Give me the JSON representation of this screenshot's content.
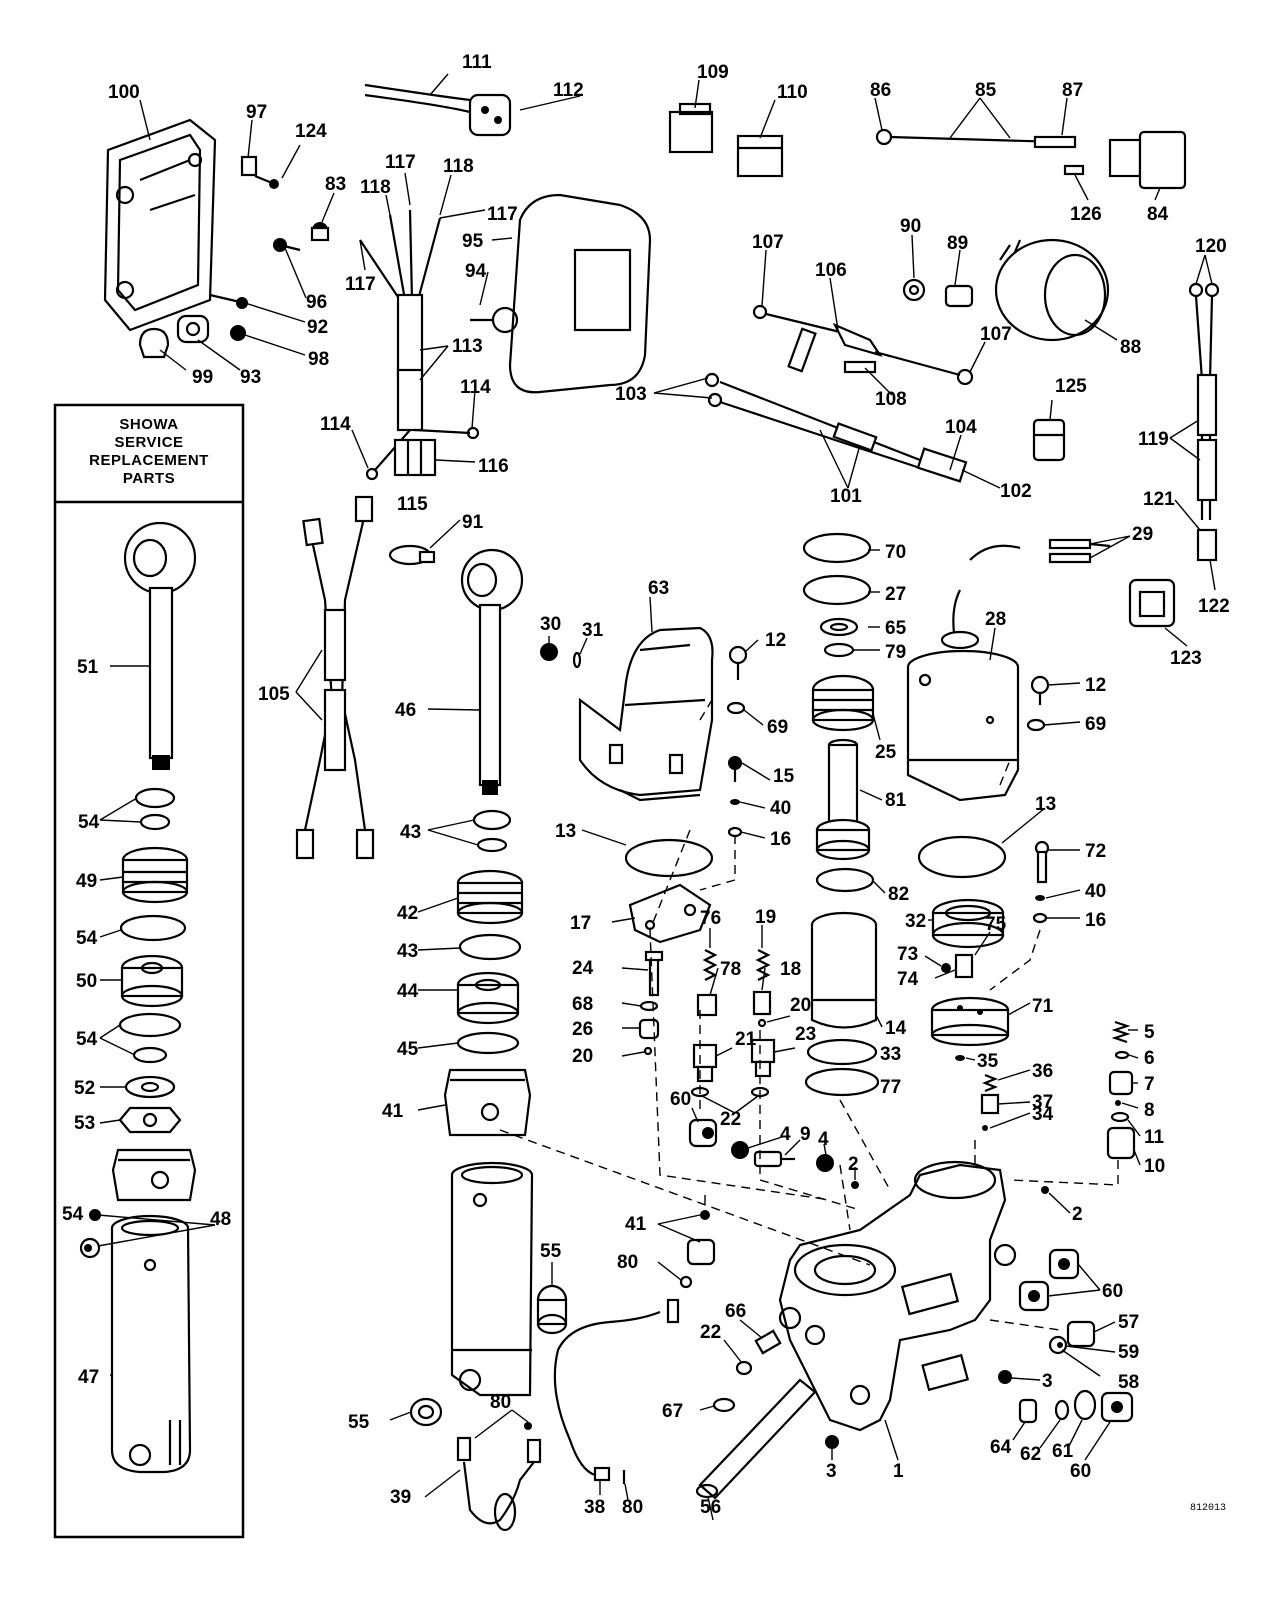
{
  "showa_box": {
    "title_lines": [
      "SHOWA",
      "SERVICE",
      "REPLACEMENT",
      "PARTS"
    ]
  },
  "drawing_ref": "812013",
  "callouts": [
    {
      "id": "c100",
      "label": "100"
    },
    {
      "id": "c97",
      "label": "97"
    },
    {
      "id": "c124",
      "label": "124"
    },
    {
      "id": "c111",
      "label": "111"
    },
    {
      "id": "c112",
      "label": "112"
    },
    {
      "id": "c109",
      "label": "109"
    },
    {
      "id": "c110",
      "label": "110"
    },
    {
      "id": "c86",
      "label": "86"
    },
    {
      "id": "c85",
      "label": "85"
    },
    {
      "id": "c87",
      "label": "87"
    },
    {
      "id": "c126",
      "label": "126"
    },
    {
      "id": "c84",
      "label": "84"
    },
    {
      "id": "c83",
      "label": "83"
    },
    {
      "id": "c117a",
      "label": "117"
    },
    {
      "id": "c118a",
      "label": "118"
    },
    {
      "id": "c118b",
      "label": "118"
    },
    {
      "id": "c117b",
      "label": "117"
    },
    {
      "id": "c117c",
      "label": "117"
    },
    {
      "id": "c95",
      "label": "95"
    },
    {
      "id": "c94",
      "label": "94"
    },
    {
      "id": "c96",
      "label": "96"
    },
    {
      "id": "c92",
      "label": "92"
    },
    {
      "id": "c98",
      "label": "98"
    },
    {
      "id": "c93",
      "label": "93"
    },
    {
      "id": "c99",
      "label": "99"
    },
    {
      "id": "c113",
      "label": "113"
    },
    {
      "id": "c114a",
      "label": "114"
    },
    {
      "id": "c114b",
      "label": "114"
    },
    {
      "id": "c116",
      "label": "116"
    },
    {
      "id": "c115",
      "label": "115"
    },
    {
      "id": "c107a",
      "label": "107"
    },
    {
      "id": "c106",
      "label": "106"
    },
    {
      "id": "c90",
      "label": "90"
    },
    {
      "id": "c89",
      "label": "89"
    },
    {
      "id": "c88",
      "label": "88"
    },
    {
      "id": "c107b",
      "label": "107"
    },
    {
      "id": "c108",
      "label": "108"
    },
    {
      "id": "c103",
      "label": "103"
    },
    {
      "id": "c104",
      "label": "104"
    },
    {
      "id": "c101",
      "label": "101"
    },
    {
      "id": "c102",
      "label": "102"
    },
    {
      "id": "c125",
      "label": "125"
    },
    {
      "id": "c120",
      "label": "120"
    },
    {
      "id": "c119",
      "label": "119"
    },
    {
      "id": "c121",
      "label": "121"
    },
    {
      "id": "c122",
      "label": "122"
    },
    {
      "id": "c29",
      "label": "29"
    },
    {
      "id": "c123",
      "label": "123"
    },
    {
      "id": "c91",
      "label": "91"
    },
    {
      "id": "c105",
      "label": "105"
    },
    {
      "id": "c46",
      "label": "46"
    },
    {
      "id": "c51",
      "label": "51"
    },
    {
      "id": "c30",
      "label": "30"
    },
    {
      "id": "c31",
      "label": "31"
    },
    {
      "id": "c63",
      "label": "63"
    },
    {
      "id": "c12a",
      "label": "12"
    },
    {
      "id": "c69a",
      "label": "69"
    },
    {
      "id": "c70",
      "label": "70"
    },
    {
      "id": "c27",
      "label": "27"
    },
    {
      "id": "c65",
      "label": "65"
    },
    {
      "id": "c79",
      "label": "79"
    },
    {
      "id": "c25",
      "label": "25"
    },
    {
      "id": "c28",
      "label": "28"
    },
    {
      "id": "c12b",
      "label": "12"
    },
    {
      "id": "c69b",
      "label": "69"
    },
    {
      "id": "c54a",
      "label": "54"
    },
    {
      "id": "c43a",
      "label": "43"
    },
    {
      "id": "c15",
      "label": "15"
    },
    {
      "id": "c40a",
      "label": "40"
    },
    {
      "id": "c16a",
      "label": "16"
    },
    {
      "id": "c13a",
      "label": "13"
    },
    {
      "id": "c81",
      "label": "81"
    },
    {
      "id": "c13b",
      "label": "13"
    },
    {
      "id": "c72",
      "label": "72"
    },
    {
      "id": "c40b",
      "label": "40"
    },
    {
      "id": "c16b",
      "label": "16"
    },
    {
      "id": "c49",
      "label": "49"
    },
    {
      "id": "c42",
      "label": "42"
    },
    {
      "id": "c82",
      "label": "82"
    },
    {
      "id": "c32",
      "label": "32"
    },
    {
      "id": "c75",
      "label": "75"
    },
    {
      "id": "c54b",
      "label": "54"
    },
    {
      "id": "c43b",
      "label": "43"
    },
    {
      "id": "c17",
      "label": "17"
    },
    {
      "id": "c76",
      "label": "76"
    },
    {
      "id": "c19",
      "label": "19"
    },
    {
      "id": "c73",
      "label": "73"
    },
    {
      "id": "c74",
      "label": "74"
    },
    {
      "id": "c50",
      "label": "50"
    },
    {
      "id": "c44",
      "label": "44"
    },
    {
      "id": "c24",
      "label": "24"
    },
    {
      "id": "c78",
      "label": "78"
    },
    {
      "id": "c18",
      "label": "18"
    },
    {
      "id": "c14",
      "label": "14"
    },
    {
      "id": "c71",
      "label": "71"
    },
    {
      "id": "c5",
      "label": "5"
    },
    {
      "id": "c54c",
      "label": "54"
    },
    {
      "id": "c68",
      "label": "68"
    },
    {
      "id": "c20a",
      "label": "20"
    },
    {
      "id": "c26",
      "label": "26"
    },
    {
      "id": "c45",
      "label": "45"
    },
    {
      "id": "c20b",
      "label": "20"
    },
    {
      "id": "c21",
      "label": "21"
    },
    {
      "id": "c23",
      "label": "23"
    },
    {
      "id": "c35",
      "label": "35"
    },
    {
      "id": "c6",
      "label": "6"
    },
    {
      "id": "c33",
      "label": "33"
    },
    {
      "id": "c36",
      "label": "36"
    },
    {
      "id": "c7",
      "label": "7"
    },
    {
      "id": "c52",
      "label": "52"
    },
    {
      "id": "c22a",
      "label": "22"
    },
    {
      "id": "c77",
      "label": "77"
    },
    {
      "id": "c37",
      "label": "37"
    },
    {
      "id": "c41a",
      "label": "41"
    },
    {
      "id": "c60a",
      "label": "60"
    },
    {
      "id": "c8",
      "label": "8"
    },
    {
      "id": "c34",
      "label": "34"
    },
    {
      "id": "c53",
      "label": "53"
    },
    {
      "id": "c4a",
      "label": "4"
    },
    {
      "id": "c9",
      "label": "9"
    },
    {
      "id": "c4b",
      "label": "4"
    },
    {
      "id": "c11",
      "label": "11"
    },
    {
      "id": "c10",
      "label": "10"
    },
    {
      "id": "c2a",
      "label": "2"
    },
    {
      "id": "c2b",
      "label": "2"
    },
    {
      "id": "c54d",
      "label": "54"
    },
    {
      "id": "c48",
      "label": "48"
    },
    {
      "id": "c41b",
      "label": "41"
    },
    {
      "id": "c55a",
      "label": "55"
    },
    {
      "id": "c80a",
      "label": "80"
    },
    {
      "id": "c60b",
      "label": "60"
    },
    {
      "id": "c66",
      "label": "66"
    },
    {
      "id": "c22b",
      "label": "22"
    },
    {
      "id": "c57",
      "label": "57"
    },
    {
      "id": "c59",
      "label": "59"
    },
    {
      "id": "c58",
      "label": "58"
    },
    {
      "id": "c67",
      "label": "67"
    },
    {
      "id": "c3a",
      "label": "3"
    },
    {
      "id": "c47",
      "label": "47"
    },
    {
      "id": "c55b",
      "label": "55"
    },
    {
      "id": "c80b",
      "label": "80"
    },
    {
      "id": "c64",
      "label": "64"
    },
    {
      "id": "c62",
      "label": "62"
    },
    {
      "id": "c61",
      "label": "61"
    },
    {
      "id": "c3b",
      "label": "3"
    },
    {
      "id": "c1",
      "label": "1"
    },
    {
      "id": "c60c",
      "label": "60"
    },
    {
      "id": "c39",
      "label": "39"
    },
    {
      "id": "c38",
      "label": "38"
    },
    {
      "id": "c80c",
      "label": "80"
    },
    {
      "id": "c56",
      "label": "56"
    }
  ]
}
